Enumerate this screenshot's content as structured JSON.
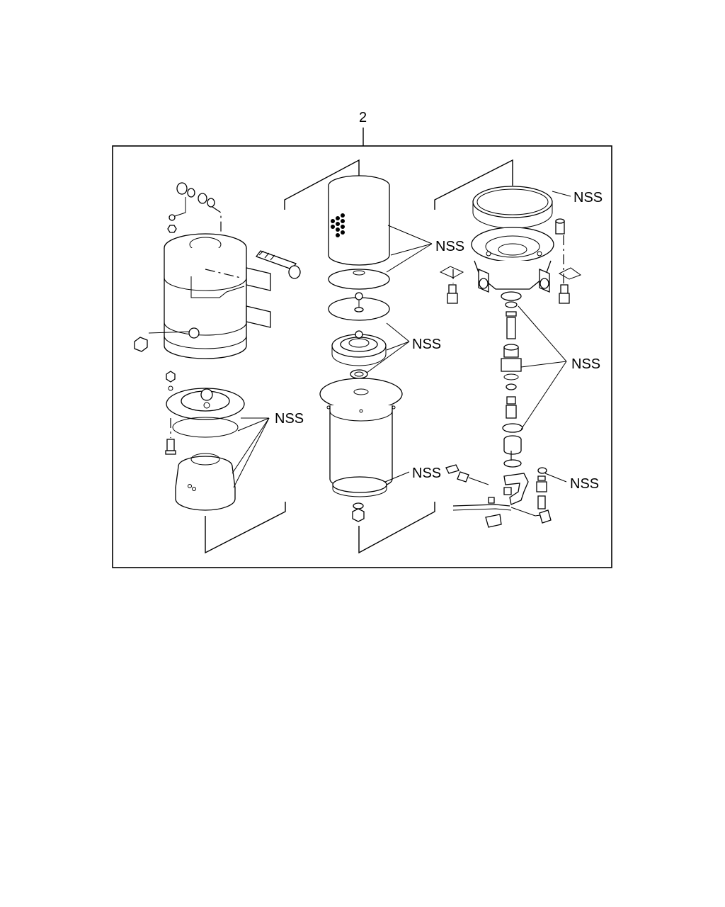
{
  "diagram": {
    "item_number": "2",
    "labels": {
      "nss_1": "NSS",
      "nss_2": "NSS",
      "nss_3": "NSS",
      "nss_4": "NSS",
      "nss_5": "NSS",
      "nss_6": "NSS",
      "nss_7": "NSS"
    },
    "colors": {
      "ink": "#000000",
      "paper": "#ffffff"
    }
  }
}
